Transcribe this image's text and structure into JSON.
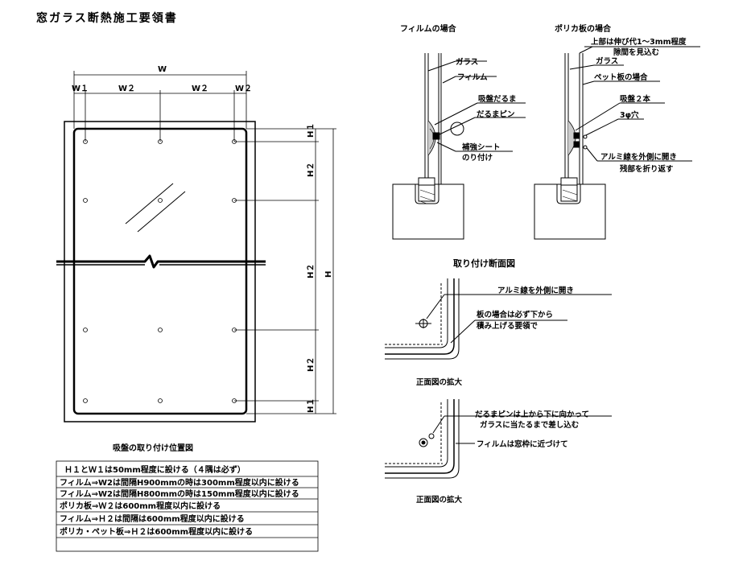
{
  "title": "窓ガラス断熱施工要領書",
  "elevation": {
    "caption": "吸盤の取り付け位置図",
    "dims": {
      "w": "W",
      "w1_left": "W１",
      "w2_a": "W２",
      "w2_b": "W２",
      "w2_right": "W２",
      "h1_top": "H１",
      "h2_upper": "H２",
      "h2_mid": "H２",
      "h2_lower": "H２",
      "h1_bottom": "H１",
      "h": "H"
    }
  },
  "notes": [
    "Ｈ１とＷ１は50mm程度に設ける（４隅は必ず）",
    "フィルム⇒W2は間隔H900mmの時は300mm程度以内に設ける",
    "フィルム⇒W2は間隔H800mmの時は150mm程度以内に設ける",
    "ポリカ板⇒Ｗ２は600mm程度以内に設ける",
    "フィルム⇒Ｈ２は間隔は600mm程度以内に設ける",
    "ポリカ・ペット板⇒Ｈ２は600mm程度以内に設ける",
    ""
  ],
  "film_section": {
    "title": "フィルムの場合",
    "labels": {
      "glass": "ガラス",
      "film": "フィルム",
      "suction": "吸盤だるま",
      "pin": "だるまピン",
      "reinforce1": "補強シート",
      "reinforce2": "のり付け"
    }
  },
  "polycarb_section": {
    "title": "ポリカ板の場合",
    "labels": {
      "top1": "上部は伸び代1～3mm程度",
      "top2": "隙間を見込む",
      "glass": "ガラス",
      "pet": "ペット板の場合",
      "suction2": "吸盤２本",
      "hole": "3φ穴",
      "wire1": "アルミ線を外側に開き",
      "wire2": "残部を折り返す"
    }
  },
  "section_caption": "取り付け断面図",
  "detail1": {
    "wire": "アルミ線を外側に開き",
    "board1": "板の場合は必ず下から",
    "board2": "積み上げる要領で",
    "caption": "正面図の拡大"
  },
  "detail2": {
    "pin1": "だるまピンは上から下に向かって",
    "pin2": "ガラスに当たるまで差し込む",
    "film": "フィルムは窓枠に近づけて",
    "caption": "正面図の拡大"
  }
}
